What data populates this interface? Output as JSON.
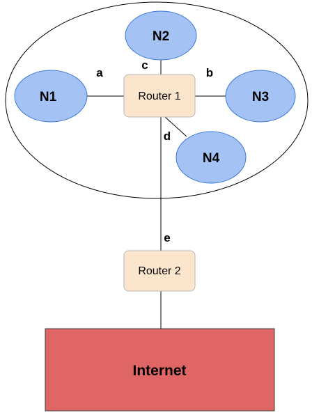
{
  "colors": {
    "network_node_fill": "#a4c2f4",
    "network_node_stroke": "#3c78d8",
    "router_fill": "#fce5cd",
    "router_stroke": "#b7b7b7",
    "internet_fill": "#e06666",
    "internet_stroke": "#3c3c3c",
    "line": "#000000"
  },
  "nodes": {
    "n1": "N1",
    "n2": "N2",
    "n3": "N3",
    "n4": "N4"
  },
  "routers": {
    "router1": "Router 1",
    "router2": "Router 2"
  },
  "internet": "Internet",
  "links": {
    "a": "a",
    "b": "b",
    "c": "c",
    "d": "d",
    "e": "e"
  }
}
